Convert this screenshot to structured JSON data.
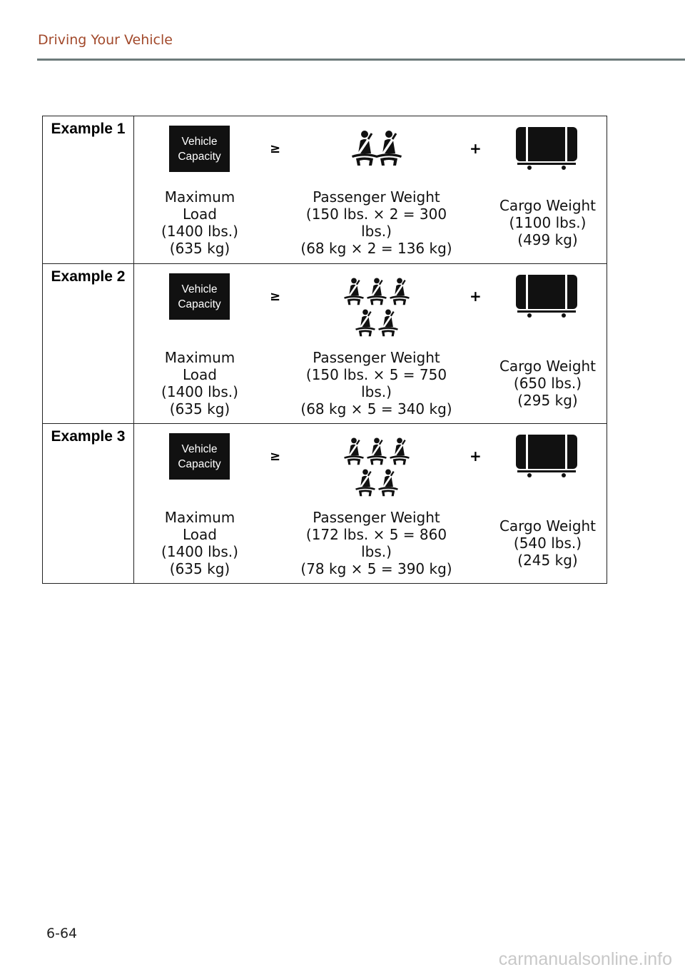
{
  "header": {
    "title": "Driving Your Vehicle"
  },
  "colors": {
    "header": "#a2492b",
    "rule": "#6d7b7b"
  },
  "rows": [
    {
      "label": "Example 1",
      "capacity": "Vehicle Capacity",
      "ge": "≥",
      "plus": "+",
      "passengers": 2,
      "max_load": [
        "Maximum",
        "Load",
        "(1400 lbs.)",
        "(635 kg)"
      ],
      "passenger_weight": [
        "Passenger Weight",
        "(150 lbs. × 2 = 300",
        "lbs.)",
        "(68 kg × 2 = 136 kg)"
      ],
      "cargo_weight": [
        "Cargo Weight",
        "(1100 lbs.)",
        "(499 kg)"
      ]
    },
    {
      "label": "Example 2",
      "capacity": "Vehicle Capacity",
      "ge": "≥",
      "plus": "+",
      "passengers": 5,
      "max_load": [
        "Maximum",
        "Load",
        "(1400 lbs.)",
        "(635 kg)"
      ],
      "passenger_weight": [
        "Passenger Weight",
        "(150 lbs. × 5 = 750",
        "lbs.)",
        "(68 kg × 5 = 340 kg)"
      ],
      "cargo_weight": [
        "Cargo Weight",
        "(650 lbs.)",
        "(295 kg)"
      ]
    },
    {
      "label": "Example 3",
      "capacity": "Vehicle Capacity",
      "ge": "≥",
      "plus": "+",
      "passengers": 5,
      "max_load": [
        "Maximum",
        "Load",
        "(1400 lbs.)",
        "(635 kg)"
      ],
      "passenger_weight": [
        "Passenger Weight",
        "(172 lbs. × 5 = 860",
        "lbs.)",
        "(78 kg × 5 = 390 kg)"
      ],
      "cargo_weight": [
        "Cargo Weight",
        "(540 lbs.)",
        "(245 kg)"
      ]
    }
  ],
  "footer": {
    "page_number": "6-64",
    "watermark": "carmanualsonline.info"
  }
}
